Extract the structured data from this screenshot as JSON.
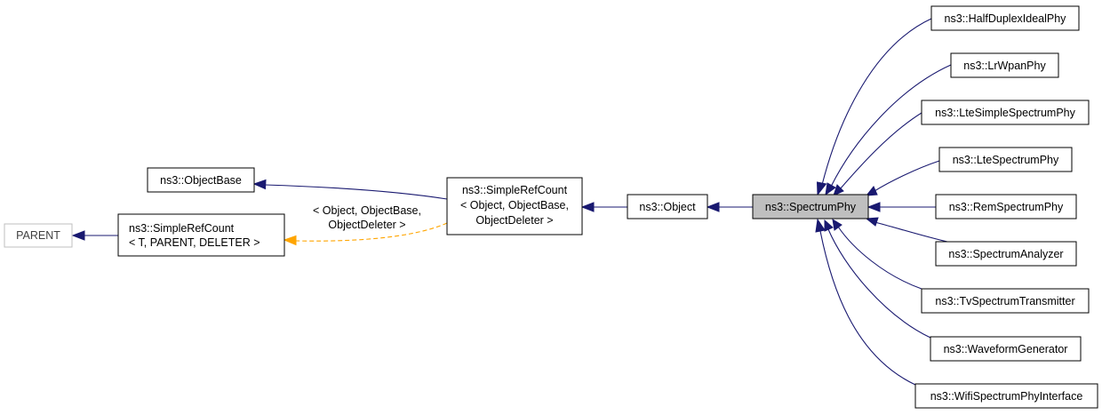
{
  "diagram": {
    "nodes": {
      "parent": "PARENT",
      "simple_ref_count_generic": [
        "ns3::SimpleRefCount",
        "< T, PARENT, DELETER >"
      ],
      "object_base": "ns3::ObjectBase",
      "simple_ref_count_object": [
        "ns3::SimpleRefCount",
        "< Object, ObjectBase,",
        "ObjectDeleter >"
      ],
      "object": "ns3::Object",
      "spectrum_phy": "ns3::SpectrumPhy",
      "subclasses": [
        "ns3::HalfDuplexIdealPhy",
        "ns3::LrWpanPhy",
        "ns3::LteSimpleSpectrumPhy",
        "ns3::LteSpectrumPhy",
        "ns3::RemSpectrumPhy",
        "ns3::SpectrumAnalyzer",
        "ns3::TvSpectrumTransmitter",
        "ns3::WaveformGenerator",
        "ns3::WifiSpectrumPhyInterface"
      ]
    },
    "template_edge_label": [
      "< Object, ObjectBase,",
      "ObjectDeleter >"
    ],
    "colors": {
      "inheritance_edge": "#191970",
      "template_edge": "#ffa500",
      "focus_fill": "#bfbfbf",
      "external_border": "#bfbfbf"
    }
  }
}
